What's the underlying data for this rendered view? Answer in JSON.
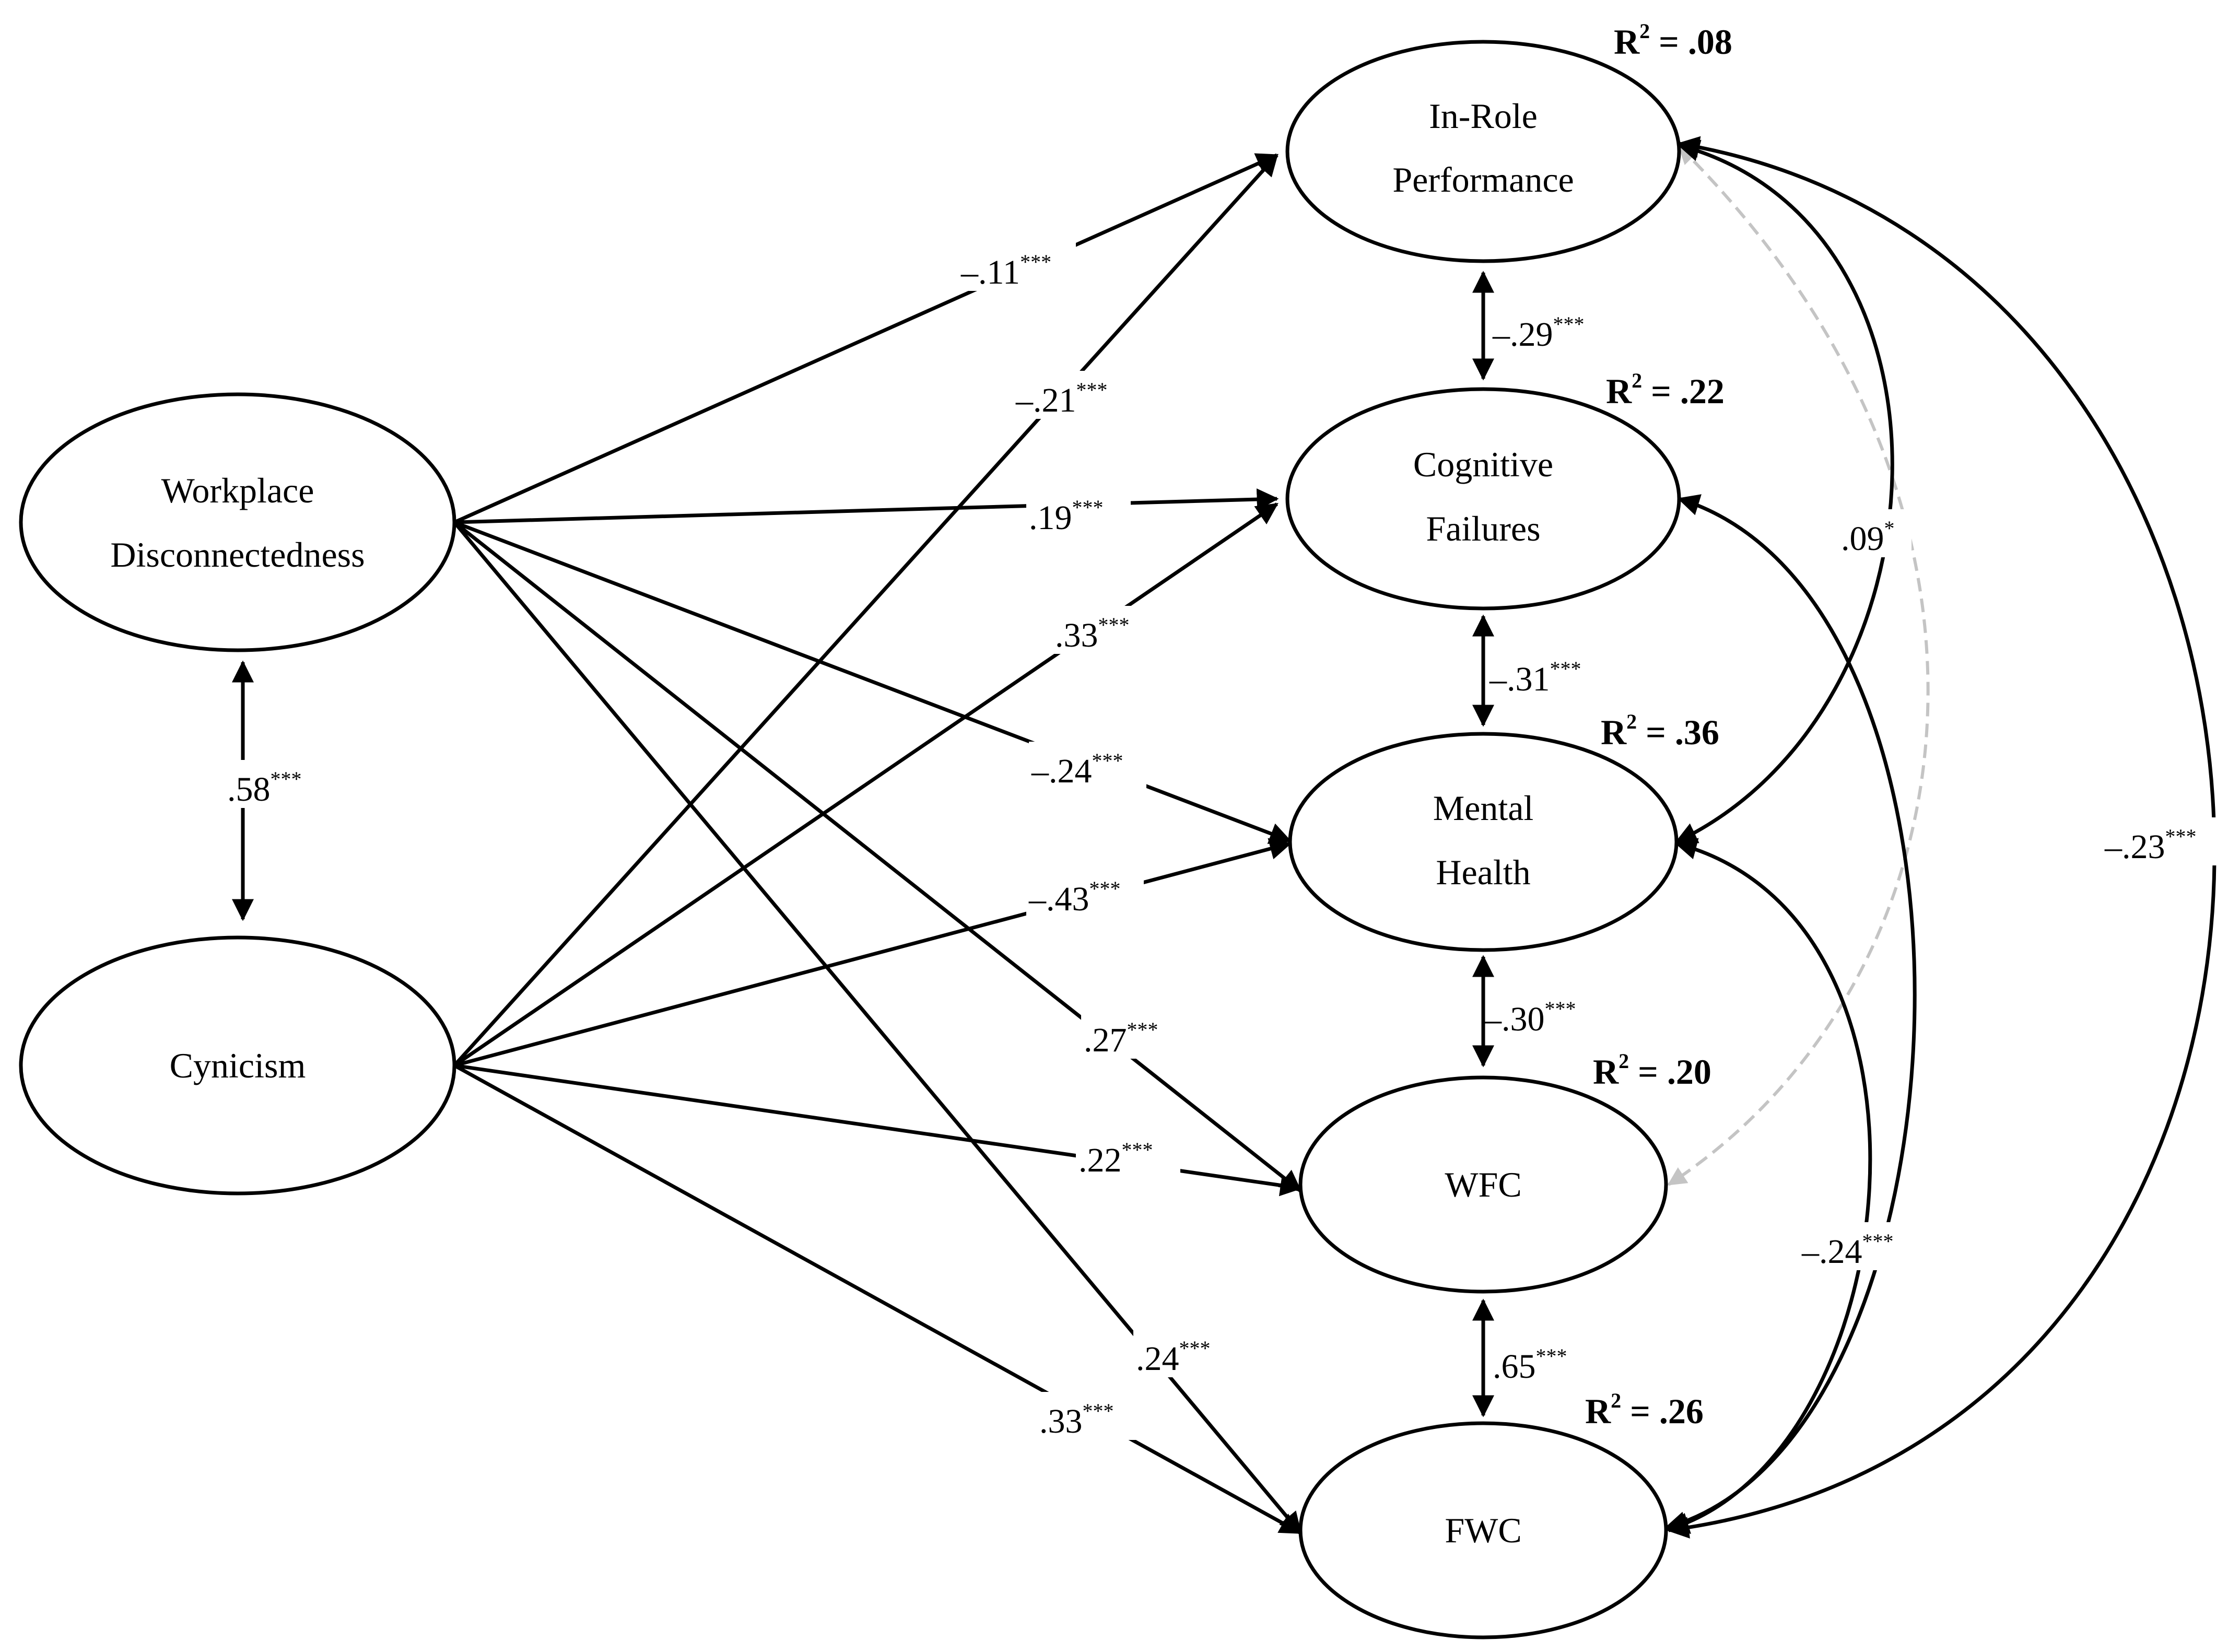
{
  "nodes": {
    "workplace_disconnectedness": {
      "line1": "Workplace",
      "line2": "Disconnectedness"
    },
    "cynicism": {
      "line1": "Cynicism"
    },
    "in_role_performance": {
      "line1": "In-Role",
      "line2": "Performance"
    },
    "cognitive_failures": {
      "line1": "Cognitive",
      "line2": "Failures"
    },
    "mental_health": {
      "line1": "Mental",
      "line2": "Health"
    },
    "wfc": {
      "line1": "WFC"
    },
    "fwc": {
      "line1": "FWC"
    }
  },
  "r_squared": {
    "in_role_performance": {
      "r": "R",
      "exp": "2",
      "value": " = .08"
    },
    "cognitive_failures": {
      "r": "R",
      "exp": "2",
      "value": " = .22"
    },
    "mental_health": {
      "r": "R",
      "exp": "2",
      "value": " = .36"
    },
    "wfc": {
      "r": "R",
      "exp": "2",
      "value": " = .20"
    },
    "fwc": {
      "r": "R",
      "exp": "2",
      "value": " = .26"
    }
  },
  "paths": {
    "wd_to_irp": {
      "coef": "–.11",
      "stars": "***"
    },
    "wd_to_cf": {
      "coef": ".19",
      "stars": "***"
    },
    "wd_to_mh": {
      "coef": "–.24",
      "stars": "***"
    },
    "wd_to_wfc": {
      "coef": ".27",
      "stars": "***"
    },
    "wd_to_fwc": {
      "coef": ".24",
      "stars": "***"
    },
    "cyn_to_irp": {
      "coef": "–.21",
      "stars": "***"
    },
    "cyn_to_cf": {
      "coef": ".33",
      "stars": "***"
    },
    "cyn_to_mh": {
      "coef": "–.43",
      "stars": "***"
    },
    "cyn_to_wfc": {
      "coef": ".22",
      "stars": "***"
    },
    "cyn_to_fwc": {
      "coef": ".33",
      "stars": "***"
    }
  },
  "correlations": {
    "wd_cyn": {
      "coef": ".58",
      "stars": "***"
    },
    "irp_cf": {
      "coef": "–.29",
      "stars": "***"
    },
    "cf_mh": {
      "coef": "–.31",
      "stars": "***"
    },
    "mh_wfc": {
      "coef": "–.30",
      "stars": "***"
    },
    "wfc_fwc": {
      "coef": ".65",
      "stars": "***"
    },
    "irp_mh": {
      "coef": ".09",
      "stars": "*"
    },
    "cf_fwc": {
      "coef": "",
      "stars": ""
    },
    "mh_fwc": {
      "coef": "–.24",
      "stars": "***"
    },
    "irp_fwc": {
      "coef": "–.23",
      "stars": "***"
    }
  }
}
